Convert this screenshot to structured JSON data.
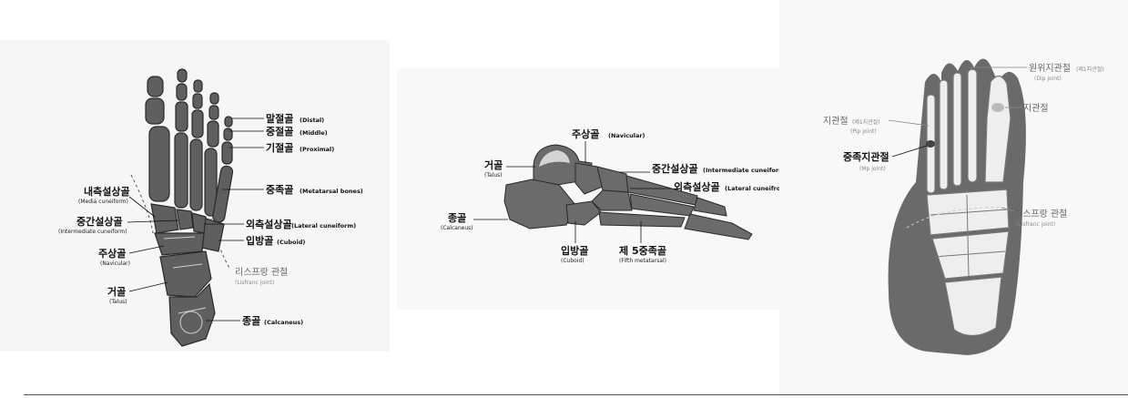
{
  "panel_top": {
    "labels": {
      "distal": {
        "ko": "말절골",
        "en": "(Distal)"
      },
      "middle": {
        "ko": "중절골",
        "en": "(Middle)"
      },
      "proximal": {
        "ko": "기절골",
        "en": "(Proximal)"
      },
      "metatarsal": {
        "ko": "중족골",
        "en": "(Metatarsal bones)"
      },
      "medial_cuneiform": {
        "ko": "내측설상골",
        "en": "(Media cuneiform)"
      },
      "intermediate_cuneiform": {
        "ko": "중간설상골",
        "en": "(Intermediate cuneiform)"
      },
      "lateral_cuneiform": {
        "ko": "외측설상골",
        "en": "(Lateral cuneiform)"
      },
      "cuboid": {
        "ko": "입방골",
        "en": "(Cuboid)"
      },
      "navicular": {
        "ko": "주상골",
        "en": "(Navicular)"
      },
      "lisfranc": {
        "ko": "리스프랑 관절",
        "en": "(Lisfranc joint)"
      },
      "talus": {
        "ko": "거골",
        "en": "(Talus)"
      },
      "calcaneus": {
        "ko": "종골",
        "en": "(Calcaneus)"
      }
    }
  },
  "panel_side": {
    "labels": {
      "navicular": {
        "ko": "주상골",
        "en": "(Navicular)"
      },
      "talus": {
        "ko": "거골",
        "en": "(Talus)"
      },
      "intermediate_cuneiform": {
        "ko": "중간설상골",
        "en": "(Intermediate cuneiform)"
      },
      "lateral_cuneiform": {
        "ko": "외측설상골",
        "en": "(Lateral cuneifrom)"
      },
      "calcaneus": {
        "ko": "종골",
        "en": "(Calcaneus)"
      },
      "cuboid": {
        "ko": "입방골",
        "en": "(Cuboid)"
      },
      "fifth_metatarsal": {
        "ko": "제 5중족골",
        "en": "(Fifth metatarsal)"
      }
    }
  },
  "panel_sole": {
    "labels": {
      "dip": {
        "ko": "원위지관절",
        "paren": "(제1지관절)",
        "en": "(Dip joint)"
      },
      "ip": {
        "ko": "지관절"
      },
      "pip": {
        "ko": "지관절",
        "paren": "(제1지관절)",
        "en": "(Pip joint)"
      },
      "mp": {
        "ko": "중족지관절",
        "en": "(Mp joint)"
      },
      "lisfranc": {
        "ko": "리스프랑 관절",
        "en": "(Lisfranc joint)"
      }
    }
  },
  "colors": {
    "bone": "#5f5f5f",
    "outline": "#2a2a2a",
    "sole_fill": "#6a6a6a",
    "label": "#111111",
    "muted_label": "#666666"
  }
}
